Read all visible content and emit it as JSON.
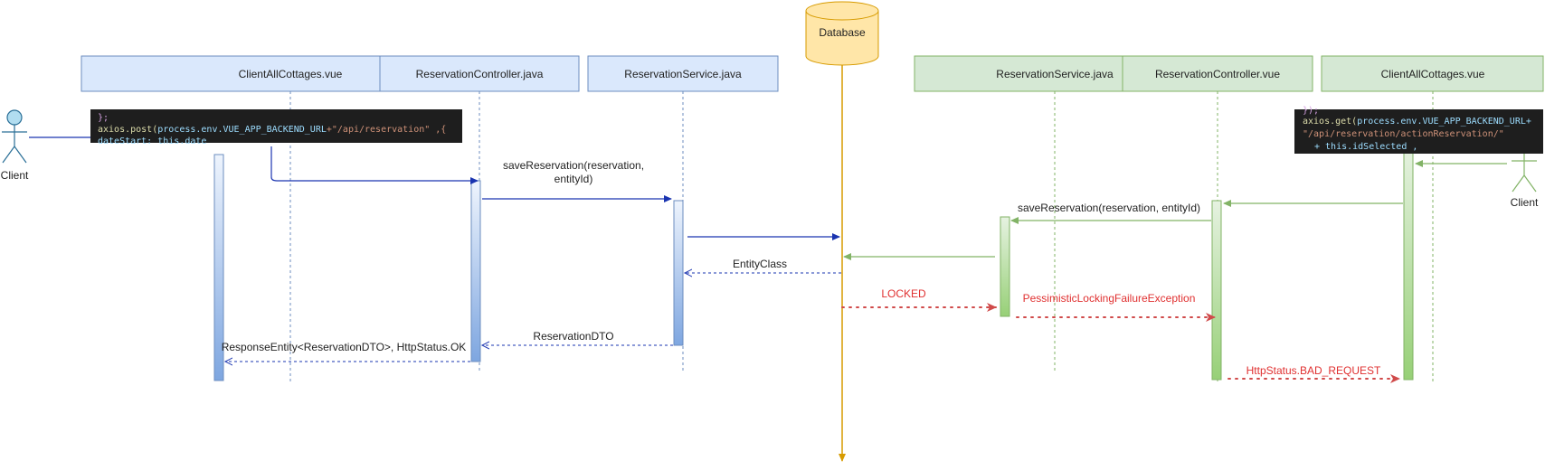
{
  "colors": {
    "blue_fill": "#dae8fc",
    "blue_stroke": "#6c8ebf",
    "blue_arrow": "#1a34b0",
    "green_fill": "#d5e8d4",
    "green_stroke": "#82b366",
    "red": "#d04a4a",
    "db_fill": "#ffe6a8",
    "db_stroke": "#d79b00"
  },
  "participants_left": [
    {
      "label": "ClientAllCottages.vue"
    },
    {
      "label": "ReservationController.java"
    },
    {
      "label": "ReservationService.java"
    }
  ],
  "participants_right": [
    {
      "label": "ReservationService.java"
    },
    {
      "label": "ReservationController.vue"
    },
    {
      "label": "ClientAllCottages.vue"
    }
  ],
  "database": {
    "label": "Database"
  },
  "actors": {
    "left": "Client",
    "right": "Client"
  },
  "messages": {
    "save_left_line1": "saveReservation(reservation,",
    "save_left_line2": "entityId)",
    "entity_class": "EntityClass",
    "reservation_dto": "ReservationDTO",
    "response_entity": "ResponseEntity<ReservationDTO>, HttpStatus.OK",
    "save_right": "saveReservation(reservation, entityId)",
    "locked": "LOCKED",
    "pessimistic": "PessimisticLockingFailureException",
    "bad_request": "HttpStatus.BAD_REQUEST"
  },
  "code_left": {
    "line1": "};",
    "line2_fn": "axios.post(",
    "line2_var": "process.env.VUE_APP_BACKEND_URL",
    "line2_str": "+\"/api/reservation\" ,{",
    "line3": "  dateStart: this.date"
  },
  "code_right": {
    "line1": "});",
    "line2_fn": "axios.get(",
    "line2_var": "process.env.VUE_APP_BACKEND_URL+",
    "line3": "\"/api/reservation/actionReservation/\"",
    "line4": "+ this.idSelected ,"
  }
}
